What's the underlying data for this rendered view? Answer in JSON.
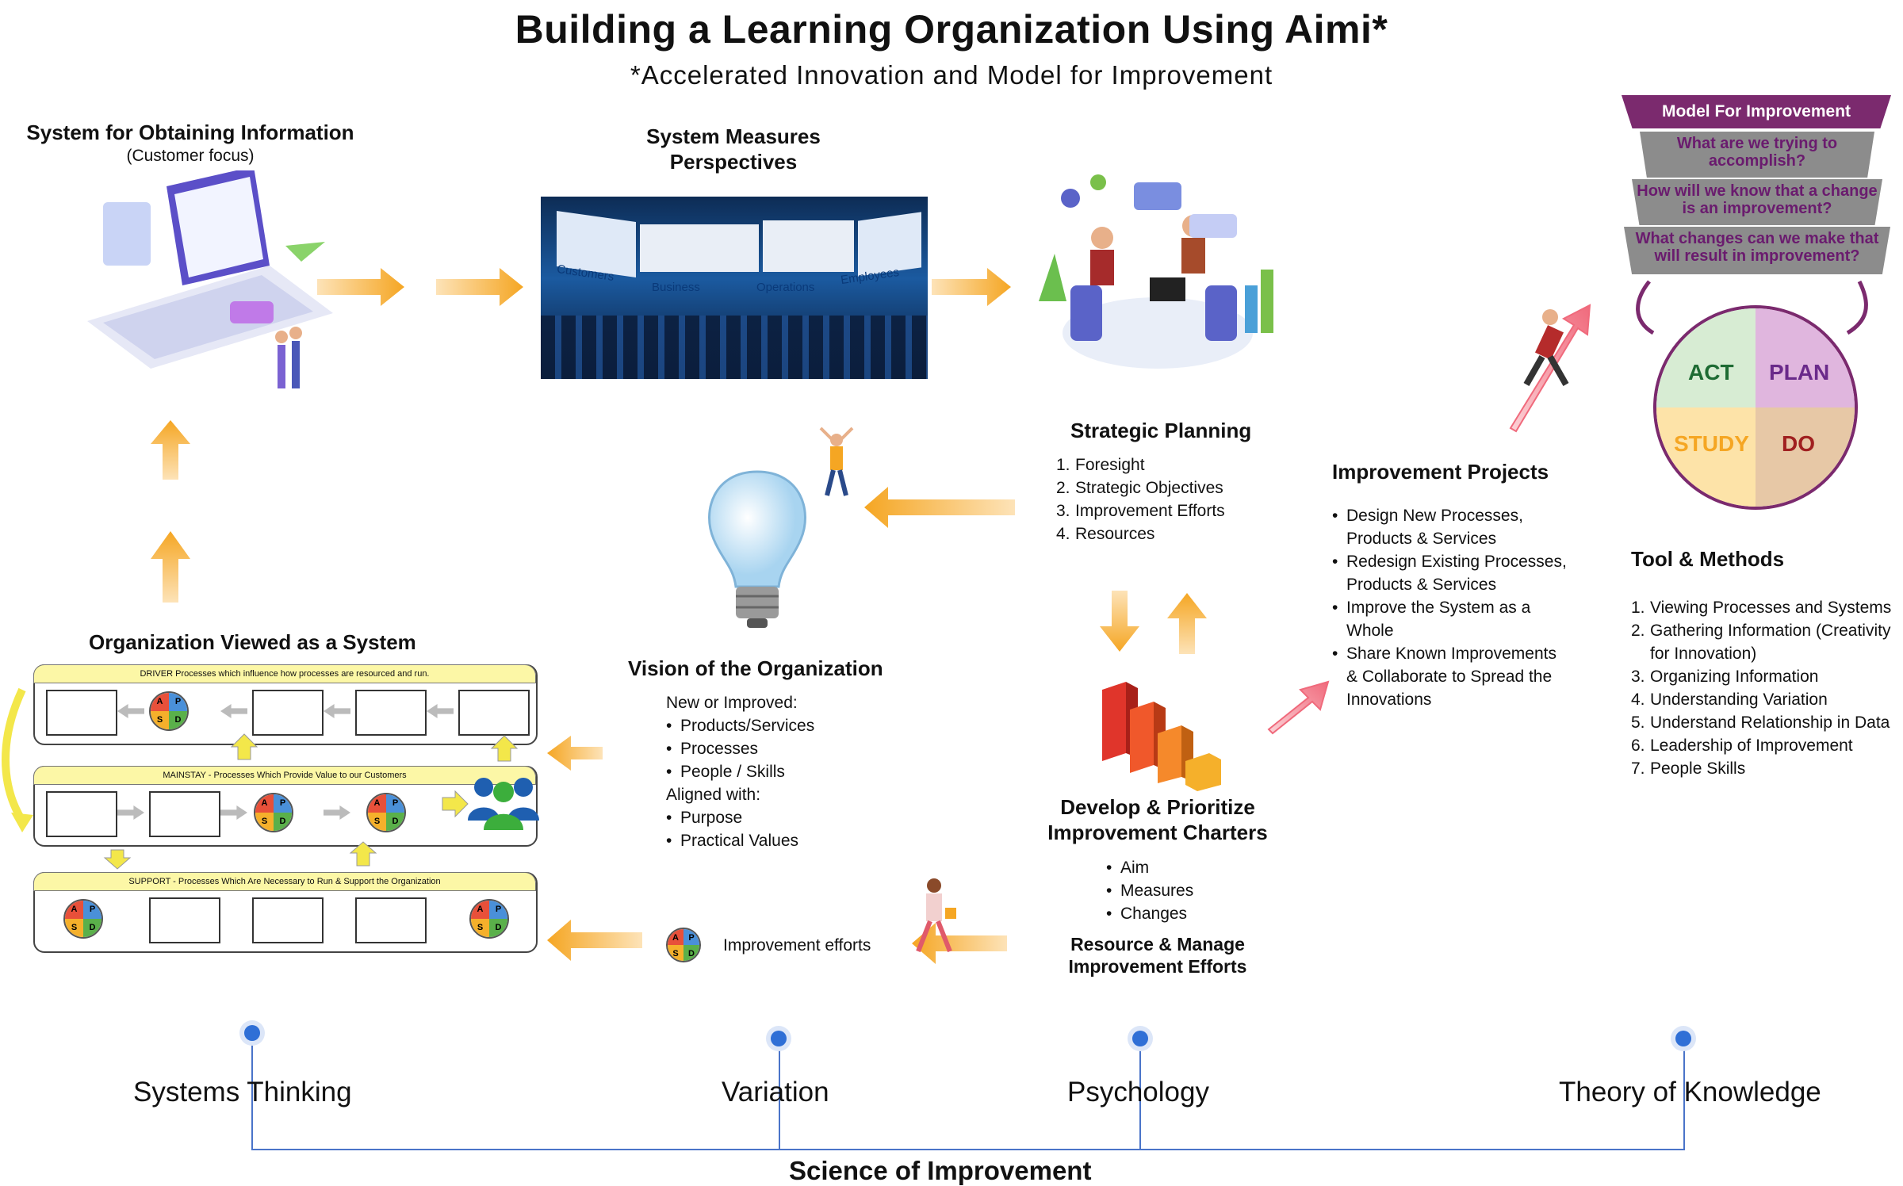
{
  "title": "Building a Learning Organization Using Aimi*",
  "subtitle": "*Accelerated Innovation and Model for Improvement",
  "obtaining": {
    "title": "System for Obtaining Information",
    "subtitle": "(Customer focus)"
  },
  "measures": {
    "title_line1": "System Measures",
    "title_line2": "Perspectives",
    "panels": [
      "Customers",
      "Business",
      "Operations",
      "Employees"
    ]
  },
  "strategic": {
    "title": "Strategic Planning",
    "items": [
      "Foresight",
      "Strategic Objectives",
      "Improvement Efforts",
      "Resources"
    ]
  },
  "mfi": {
    "title": "Model For Improvement",
    "q1": "What are we trying to accomplish?",
    "q2": "How will we know that a change is an improvement?",
    "q3": "What changes can we make that will result in improvement?",
    "act": "ACT",
    "plan": "PLAN",
    "study": "STUDY",
    "do": "DO"
  },
  "projects": {
    "title": "Improvement Projects",
    "items": [
      "Design New Processes, Products & Services",
      "Redesign Existing Processes, Products & Services",
      "Improve the System as a Whole",
      "Share Known Improvements & Collaborate to Spread the Innovations"
    ]
  },
  "tools": {
    "title": "Tool & Methods",
    "items": [
      "Viewing Processes and Systems",
      "Gathering Information (Creativity for Innovation)",
      "Organizing Information",
      "Understanding Variation",
      "Understand Relationship in Data",
      "Leadership of Improvement",
      "People Skills"
    ]
  },
  "vision": {
    "title": "Vision of the Organization",
    "intro1": "New or Improved:",
    "list1": [
      "Products/Services",
      "Processes",
      "People / Skills"
    ],
    "intro2": "Aligned with:",
    "list2": [
      "Purpose",
      "Practical Values"
    ]
  },
  "org": {
    "title": "Organization Viewed as a System",
    "driver": "DRIVER Processes which influence how processes are resourced and run.",
    "mainstay": "MAINSTAY - Processes Which Provide Value to our Customers",
    "support": "SUPPORT - Processes Which Are Necessary to Run & Support the Organization"
  },
  "charters": {
    "title_line1": "Develop & Prioritize",
    "title_line2": "Improvement Charters",
    "items": [
      "Aim",
      "Measures",
      "Changes"
    ],
    "resource_line1": "Resource & Manage",
    "resource_line2": "Improvement Efforts"
  },
  "improvement_efforts": "Improvement efforts",
  "pdsa_letters": {
    "a": "A",
    "p": "P",
    "s": "S",
    "d": "D"
  },
  "foundations": [
    "Systems Thinking",
    "Variation",
    "Psychology",
    "Theory of Knowledge"
  ],
  "science": "Science of Improvement",
  "colors": {
    "arrow": "#f5a623",
    "pink_arrow": "#f48a96",
    "mfi_banner": "#7b2a6e",
    "act": "#3a9d3a",
    "plan": "#d9a8d6",
    "study": "#f7c96b",
    "do": "#e7c8a6",
    "dot": "#2f6fd6"
  }
}
